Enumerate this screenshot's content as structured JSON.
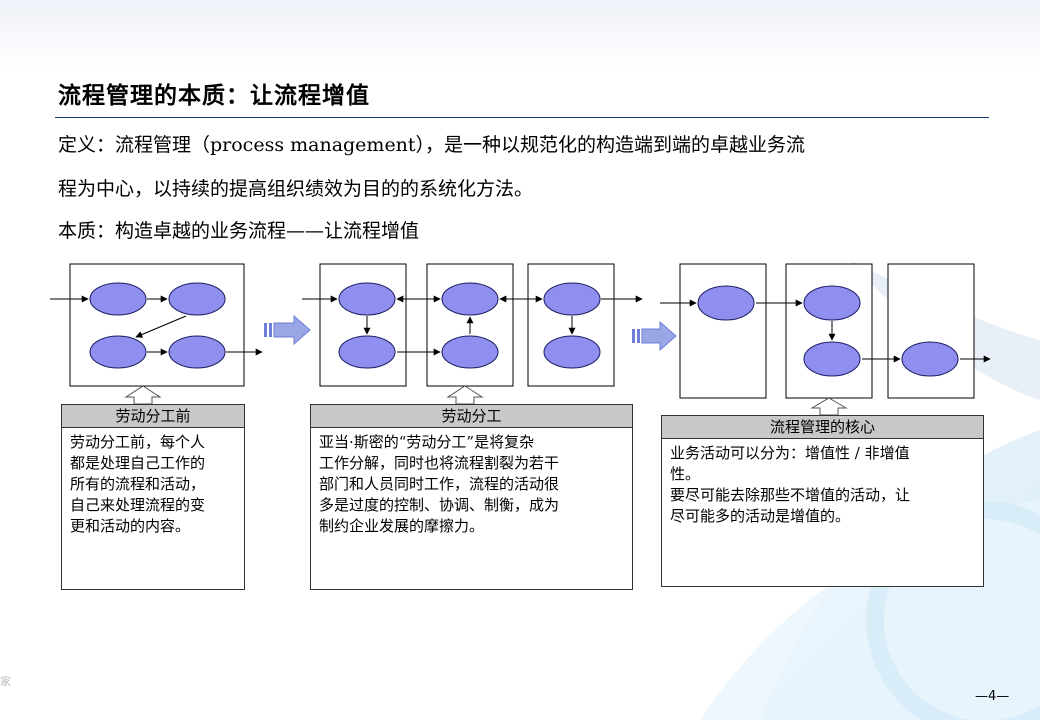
{
  "slide": {
    "title": "流程管理的本质：让流程增值",
    "definition_line1": "定义：流程管理（process management），是一种以规范化的构造端到端的卓越业务流",
    "definition_line2": "程为中心，以持续的提高组织绩效为目的的系统化方法。",
    "essence_line": "本质：构造卓越的业务流程——让流程增值",
    "page_number": "—4—",
    "side_mark": "家"
  },
  "captions": [
    {
      "heading": "劳动分工前",
      "lines": [
        "劳动分工前，每个人",
        "都是处理自己工作的",
        "所有的流程和活动，",
        "自己来处理流程的变",
        "更和活动的内容。"
      ]
    },
    {
      "heading": "劳动分工",
      "lines": [
        "亚当·斯密的“劳动分工”是将复杂",
        "工作分解，同时也将流程割裂为若干",
        "部门和人员同时工作，流程的活动很",
        "多是过度的控制、协调、制衡，成为",
        "制约企业发展的摩擦力。"
      ]
    },
    {
      "heading": "流程管理的核心",
      "lines": [
        "业务活动可以分为：增值性 / 非增值",
        "性。",
        "要尽可能去除那些不增值的活动，让",
        "尽可能多的活动是增值的。"
      ]
    }
  ],
  "colors": {
    "node_fill": "#8f8ff0",
    "node_stroke": "#1a1a60",
    "caption_head_bg": "#c8c8c8",
    "title_rule": "#1a3a7a",
    "block_arrow": "#9aa6e6"
  }
}
